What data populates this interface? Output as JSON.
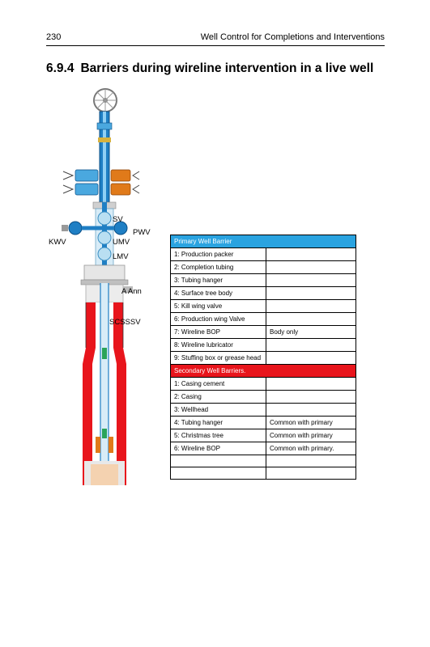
{
  "header": {
    "page_number": "230",
    "running_title": "Well Control for Completions and Interventions"
  },
  "section": {
    "number": "6.9.4",
    "title": "Barriers during wireline intervention in a live well"
  },
  "diagram": {
    "labels": {
      "sv": "SV",
      "pwv": "PWV",
      "kwv": "KWV",
      "umv": "UMV",
      "lmv": "LMV",
      "a_ann": "A Ann",
      "scsssv": "SCSSSV"
    }
  },
  "table": {
    "primary_header": "Primary Well Barrier",
    "primary_rows": [
      {
        "element": "1: Production packer",
        "note": ""
      },
      {
        "element": "2: Completion tubing",
        "note": ""
      },
      {
        "element": "3: Tubing hanger",
        "note": ""
      },
      {
        "element": "4: Surface tree body",
        "note": ""
      },
      {
        "element": "5: Kill wing valve",
        "note": ""
      },
      {
        "element": "6: Production wing Valve",
        "note": ""
      },
      {
        "element": "7: Wireline BOP",
        "note": "Body only"
      },
      {
        "element": "8: Wireline lubricator",
        "note": ""
      },
      {
        "element": "9: Stuffing box or grease head",
        "note": ""
      }
    ],
    "secondary_header": "Secondary Well Barriers.",
    "secondary_rows": [
      {
        "element": "1: Casing cement",
        "note": ""
      },
      {
        "element": "2: Casing",
        "note": ""
      },
      {
        "element": "3: Wellhead",
        "note": ""
      },
      {
        "element": "4: Tubing hanger",
        "note": "Common with primary"
      },
      {
        "element": "5: Christmas tree",
        "note": "Common with primary"
      },
      {
        "element": "6: Wireline BOP",
        "note": "Common with primary."
      },
      {
        "element": "",
        "note": ""
      },
      {
        "element": "",
        "note": ""
      }
    ]
  },
  "colors": {
    "primary_blue": "#2aa3e0",
    "secondary_red": "#e8151c",
    "tree_blue": "#1f7fc4",
    "valve_orange": "#e07a1a",
    "casing_gray": "#c8c8c8"
  }
}
